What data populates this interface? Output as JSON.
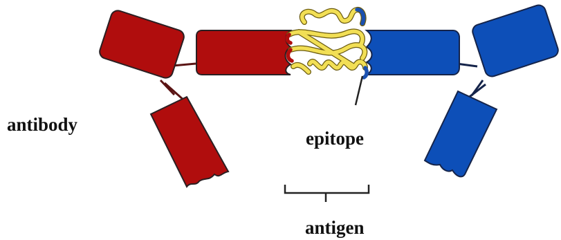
{
  "labels": {
    "antibody": "antibody",
    "epitope": "epitope",
    "antigen": "antigen"
  },
  "colors": {
    "antibody_left": "#b00d0d",
    "antibody_right": "#0d4fb8",
    "antigen_coil": "#f2df55",
    "outline": "#2a1f22",
    "pointer": "#222222"
  },
  "icons": [
    "y-shaped-antibody",
    "coiled-protein-antigen",
    "bracket"
  ]
}
